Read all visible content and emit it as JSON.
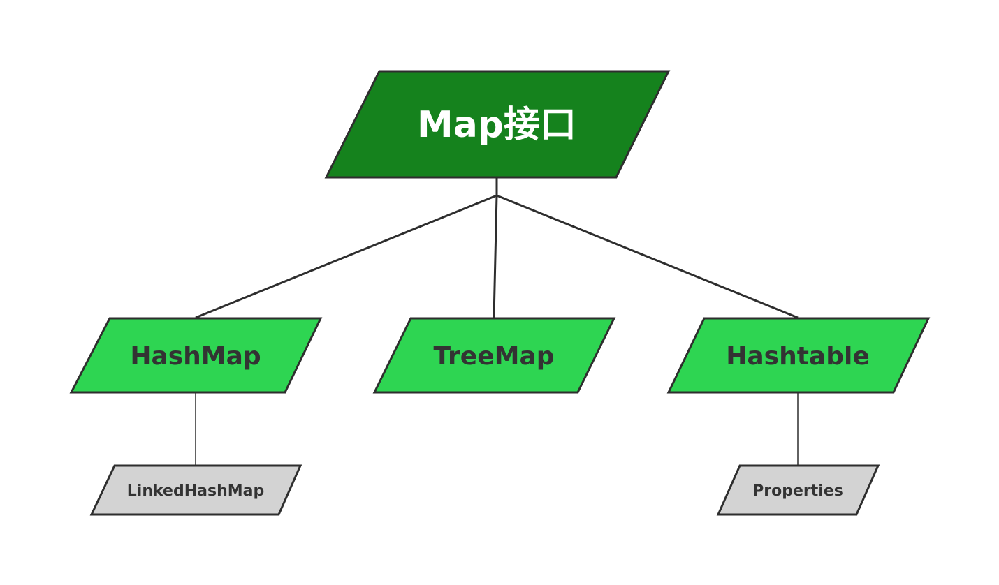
{
  "diagram": {
    "root": {
      "label": "Map接口",
      "fill": "#15821d",
      "text_color": "#ffffff"
    },
    "children": [
      {
        "id": "hashmap",
        "label": "HashMap"
      },
      {
        "id": "treemap",
        "label": "TreeMap"
      },
      {
        "id": "hashtable",
        "label": "Hashtable"
      }
    ],
    "grandchildren": [
      {
        "id": "linkedhashmap",
        "parent": "hashmap",
        "label": "LinkedHashMap"
      },
      {
        "id": "properties",
        "parent": "hashtable",
        "label": "Properties"
      }
    ],
    "colors": {
      "root_fill": "#15821d",
      "child_fill": "#2ed552",
      "grandchild_fill": "#d3d3d3",
      "stroke": "#2e2e2e",
      "dark_text": "#333333",
      "light_text": "#ffffff"
    }
  }
}
